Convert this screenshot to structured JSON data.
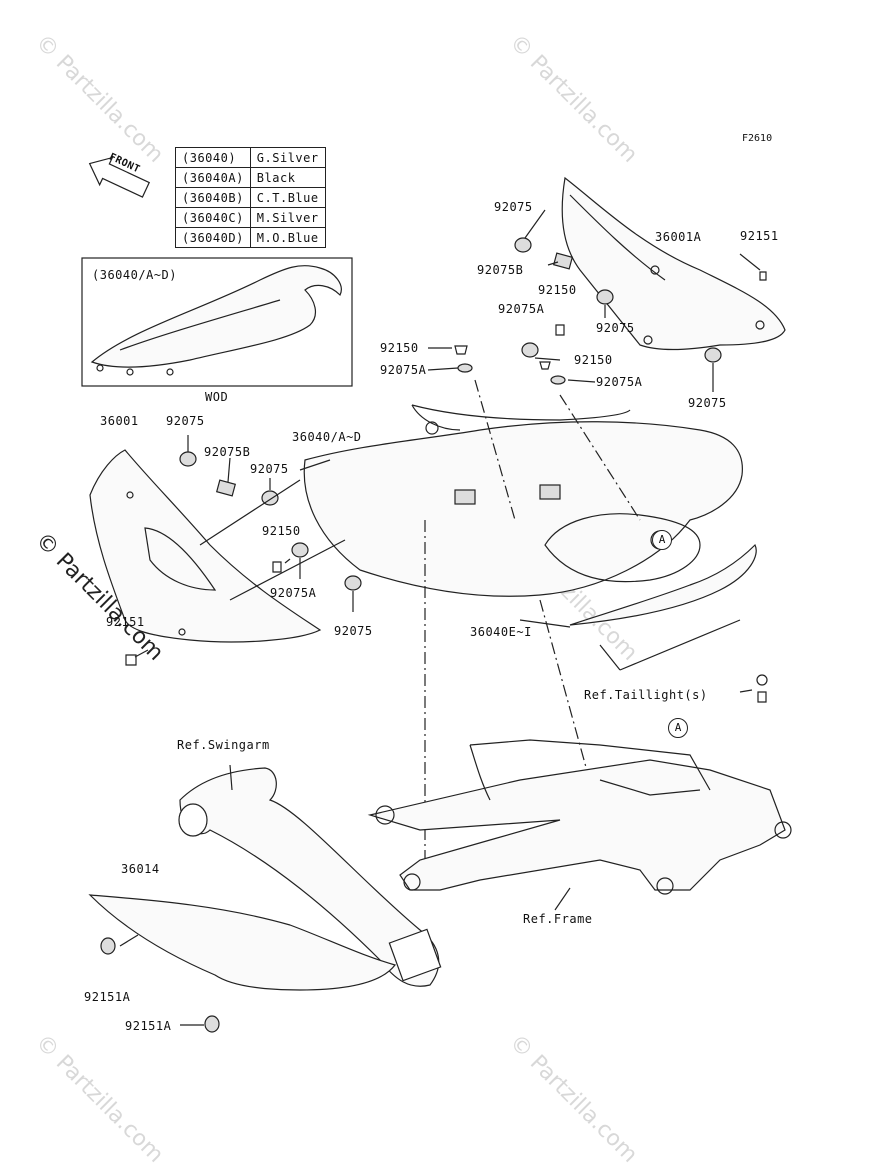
{
  "figure_code": "F2610",
  "watermark": "© Partzilla.com",
  "front_label": "FRONT",
  "color_table": [
    {
      "part": "(36040)",
      "color": "G.Silver"
    },
    {
      "part": "(36040A)",
      "color": "Black"
    },
    {
      "part": "(36040B)",
      "color": "C.T.Blue"
    },
    {
      "part": "(36040C)",
      "color": "M.Silver"
    },
    {
      "part": "(36040D)",
      "color": "M.O.Blue"
    }
  ],
  "inset": {
    "title": "(36040/A~D)",
    "caption": "WOD"
  },
  "callout_marker": "A",
  "labels": {
    "p92075_top": "92075",
    "p92075B_top": "92075B",
    "p36001A": "36001A",
    "p92151_top": "92151",
    "p92150_a": "92150",
    "p92075A_a": "92075A",
    "p92075_mid_right": "92075",
    "p92150_left": "92150",
    "p92075A_left": "92075A",
    "p92150_right": "92150",
    "p92075A_right": "92075A",
    "p92075_far_right": "92075",
    "p36001": "36001",
    "p92075_left1": "92075",
    "p92075B_left": "92075B",
    "p36040AD": "36040/A~D",
    "p92075_left2": "92075",
    "p92150_bottom": "92150",
    "p92075A_bottom": "92075A",
    "p92075_bottom": "92075",
    "p92151_left": "92151",
    "p36040EI": "36040E~I",
    "ref_taillight": "Ref.Taillight(s)",
    "ref_swingarm": "Ref.Swingarm",
    "ref_frame": "Ref.Frame",
    "p36014": "36014",
    "p92151A_1": "92151A",
    "p92151A_2": "92151A"
  }
}
